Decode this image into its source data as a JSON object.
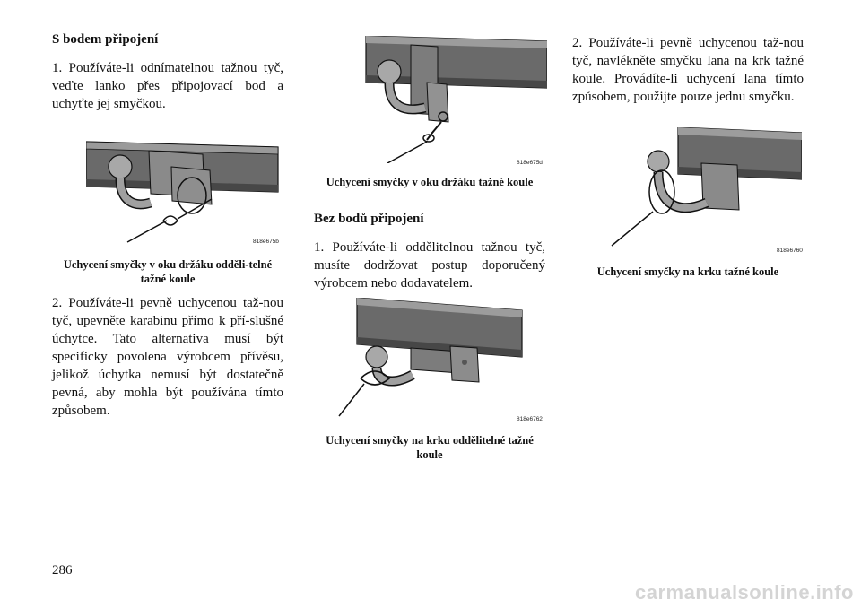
{
  "page_number": "286",
  "watermark": "carmanualsonline.info",
  "left": {
    "heading": "S bodem připojení",
    "para1": "1.  Používáte-li odnímatelnou tažnou tyč, veďte lanko přes připojovací bod a uchyťte jej smyčkou.",
    "fig_code": "818e675b",
    "fig_caption": "Uchycení smyčky v oku držáku odděli-telné tažné koule",
    "para2": "2. Používáte-li pevně uchycenou taž-nou tyč, upevněte karabinu přímo k pří-slušné úchytce. Tato alternativa musí být specificky povolena výrobcem přívěsu, jelikož úchytka nemusí být dostatečně pevná, aby mohla být používána tímto způsobem."
  },
  "middle": {
    "fig1_code": "818e675d",
    "fig1_caption": "Uchycení smyčky v oku držáku tažné koule",
    "heading": "Bez bodů připojení",
    "para1": "1.  Používáte-li oddělitelnou tažnou tyč, musíte dodržovat postup doporučený výrobcem nebo dodavatelem.",
    "fig2_code": "818e6762",
    "fig2_caption": "Uchycení smyčky na krku oddělitelné tažné koule"
  },
  "right": {
    "para1": "2. Používáte-li pevně uchycenou taž-nou tyč, navlékněte smyčku lana na krk tažné koule. Provádíte-li uchycení lana tímto způsobem, použijte pouze jednu smyčku.",
    "fig_code": "818e6760",
    "fig_caption": "Uchycení smyčky na krku tažné koule"
  }
}
